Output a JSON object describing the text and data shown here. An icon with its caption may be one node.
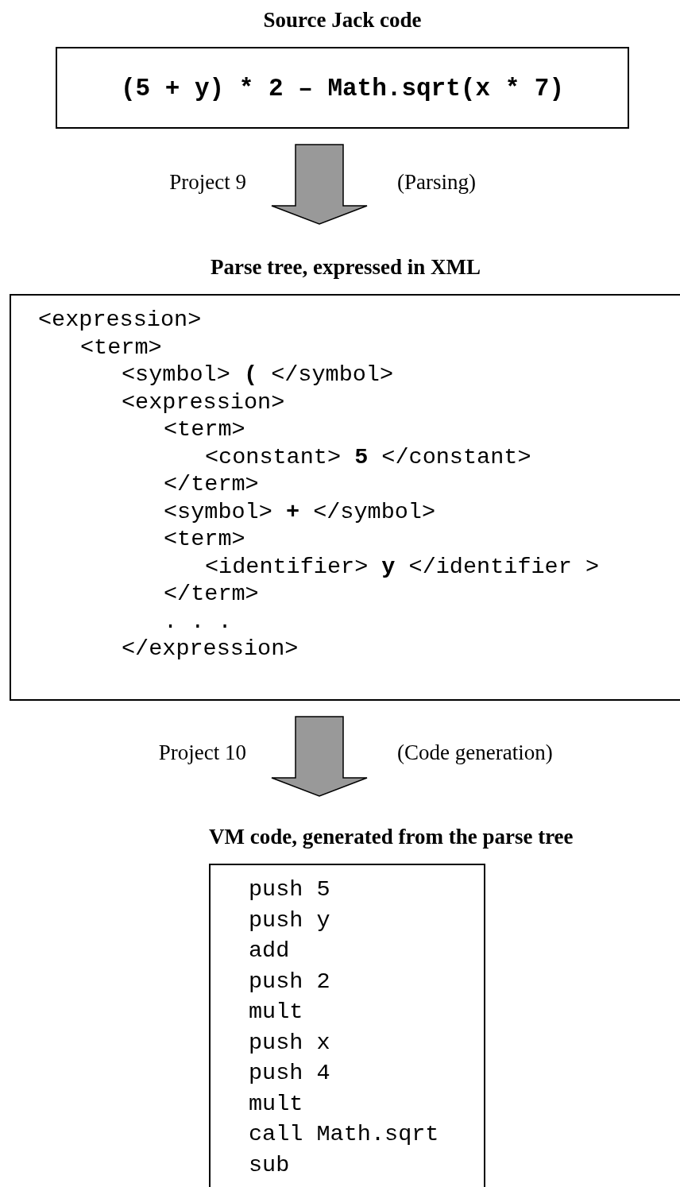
{
  "diagram": {
    "nodes": [
      {
        "text": [
          "Source Jack code",
          "(5 + y) * 2 – Math.sqrt(x * 7)"
        ]
      },
      {
        "text": [
          "Parse tree, expressed in XML",
          "<expression>",
          "<term>",
          "<symbol> **(** </symbol>",
          "<expression>",
          "<term>",
          "<constant> **5** </constant>",
          "</term>",
          "<symbol> **+** </symbol>",
          "<term>",
          "<identifier> **y** </identifier >",
          "</term>",
          ". . .",
          "</expression>"
        ]
      },
      {
        "text": [
          "VM code, generated from the parse tree",
          "push 5",
          "push y",
          "add",
          "push 2",
          "mult",
          "push x",
          "push 4",
          "mult",
          "call Math.sqrt",
          "sub"
        ]
      }
    ],
    "edges": [
      {
        "from": 0,
        "to": 1,
        "arrow": "to",
        "style": "thick"
      },
      {
        "from": 1,
        "to": 2,
        "arrow": "to",
        "style": "thick"
      }
    ],
    "labels": [
      "Project 9",
      "(Parsing)",
      "Project 10",
      "(Code generation)"
    ]
  }
}
